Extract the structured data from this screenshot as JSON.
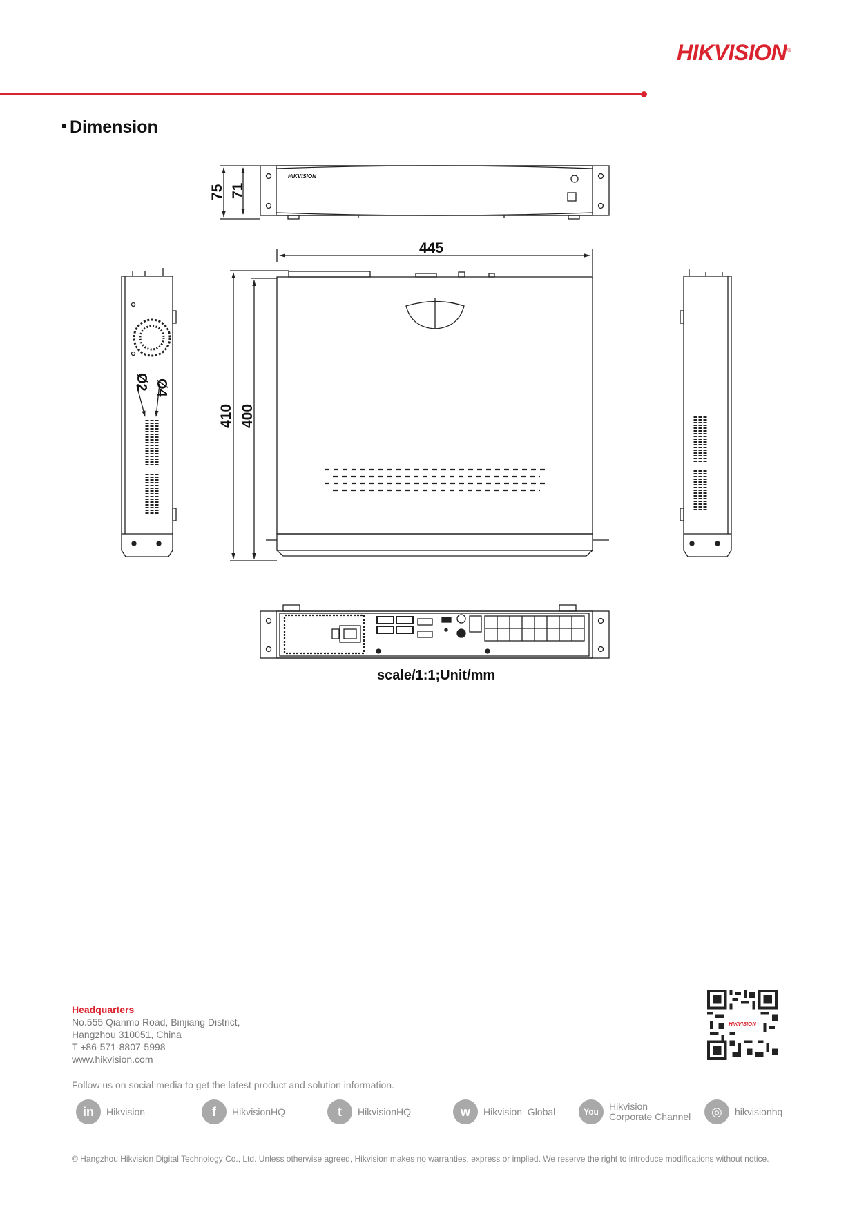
{
  "header": {
    "brand": "HIKVISION",
    "registered": "®"
  },
  "section": {
    "title": "Dimension"
  },
  "dimensions": {
    "front_height_outer": "75",
    "front_height_inner": "71",
    "width": "445",
    "depth_outer": "410",
    "depth_inner": "400",
    "hole_large": "Ø4",
    "hole_small": "Ø2"
  },
  "device_badge": "HIKVISION",
  "scale_note": "scale/1:1;Unit/mm",
  "headquarters": {
    "title": "Headquarters",
    "line1": "No.555 Qianmo Road, Binjiang District,",
    "line2": "Hangzhou 310051, China",
    "phone": "T +86-571-8807-5998",
    "web": "www.hikvision.com"
  },
  "follow_text": "Follow us on social media to get the latest product and solution information.",
  "social": [
    {
      "icon": "linkedin-icon",
      "glyph": "in",
      "label": "Hikvision"
    },
    {
      "icon": "facebook-icon",
      "glyph": "f",
      "label": "HikvisionHQ"
    },
    {
      "icon": "twitter-icon",
      "glyph": "t",
      "label": "HikvisionHQ"
    },
    {
      "icon": "wechat-icon",
      "glyph": "w",
      "label": "Hikvision_Global"
    },
    {
      "icon": "youtube-icon",
      "glyph": "You",
      "label": "Hikvision Corporate Channel"
    },
    {
      "icon": "instagram-icon",
      "glyph": "◎",
      "label": "hikvisionhq"
    }
  ],
  "qr_badge": "HIKVISION",
  "copyright": "© Hangzhou Hikvision Digital Technology Co., Ltd. Unless otherwise agreed, Hikvision makes no warranties, express or implied. We reserve the right to introduce modifications without notice."
}
